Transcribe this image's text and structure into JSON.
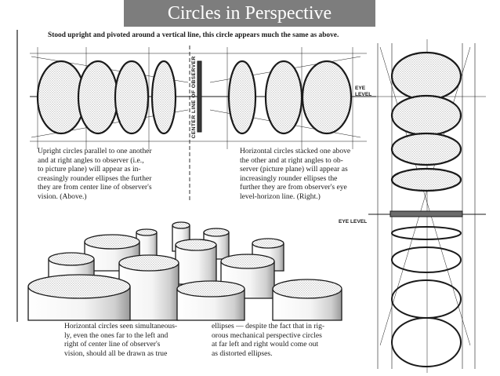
{
  "title": "Circles in Perspective",
  "header_caption": "Stood upright and pivoted around a vertical line, this circle appears much the same as above.",
  "labels": {
    "center_line": "CENTER LINE OF OBSERVER",
    "eye_level_upper": "EYE\nLEVEL",
    "eye_level_lower": "EYE LEVEL"
  },
  "captions": {
    "upright": "Upright circles parallel to one another\nand at right angles to observer (i.e.,\nto picture plane) will appear as in-\ncreasingly rounder ellipses the further\nthey are from center line of observer's\nvision. (Above.)",
    "horizontal_stacked": "Horizontal circles stacked one above\nthe other and at right angles to ob-\nserver (picture plane) will appear as\nincreasingly rounder ellipses the\nfurther they are from observer's eye\nlevel-horizon line. (Right.)",
    "cylinders_left": "Horizontal circles seen simultaneous-\nly, even the ones far to the left and\nright of center line of observer's\nvision, should all be drawn as true",
    "cylinders_right": "ellipses — despite the fact that in rig-\norous mechanical perspective circles\nat far left and right would come out\nas distorted ellipses."
  },
  "colors": {
    "title_bar": "#7d7d7d",
    "ink": "#1a1a1a",
    "stipple": "#6b6b6b",
    "background": "#ffffff"
  }
}
